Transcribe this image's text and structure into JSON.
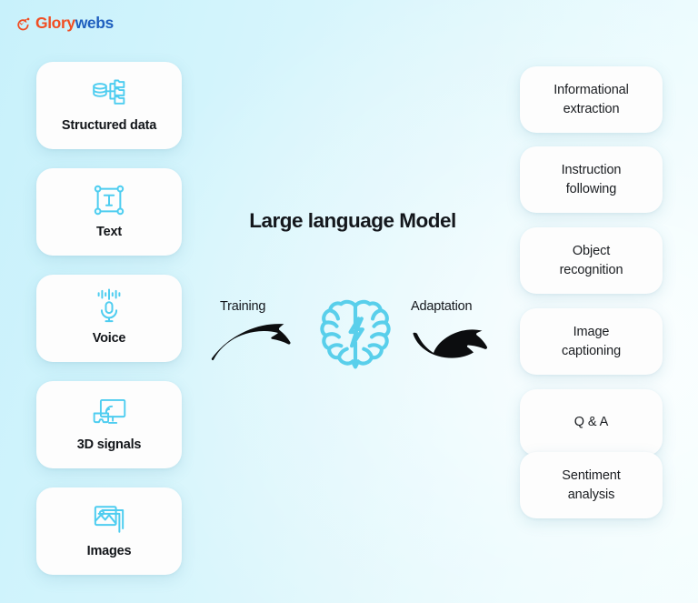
{
  "brand": {
    "logo_icon": "glorywebs-mark-icon",
    "name_part_one": "Glory",
    "name_part_two": "webs",
    "color_primary": "#f04e23",
    "color_secondary": "#1f5fbf"
  },
  "theme": {
    "background_from": "#c8f1fb",
    "background_to": "#f1fdfe",
    "card_background": "#fdfdfd",
    "icon_accent": "#4ecdf0",
    "text_color": "#14171c"
  },
  "center": {
    "title": "Large language Model",
    "brain_icon": "brain-lightning-icon",
    "training": {
      "label": "Training",
      "arrow_icon": "curved-arrow-right-icon"
    },
    "adaptation": {
      "label": "Adaptation",
      "arrow_icon": "curved-arrow-right-icon"
    }
  },
  "inputs": {
    "heading": "",
    "items": [
      {
        "label": "Structured data",
        "icon": "database-folders-icon"
      },
      {
        "label": "Text",
        "icon": "text-bounding-box-icon"
      },
      {
        "label": "Voice",
        "icon": "microphone-waveform-icon"
      },
      {
        "label": "3D signals",
        "icon": "screen-signal-icon"
      },
      {
        "label": "Images",
        "icon": "stacked-photos-icon"
      }
    ]
  },
  "outputs": {
    "heading": "",
    "items": [
      {
        "line1": "Informational",
        "line2": "extraction"
      },
      {
        "line1": "Instruction",
        "line2": "following"
      },
      {
        "line1": "Object",
        "line2": "recognition"
      },
      {
        "line1": "Image",
        "line2": "captioning"
      },
      {
        "line1": "Q & A",
        "line2": ""
      },
      {
        "line1": "Sentiment",
        "line2": "analysis"
      }
    ]
  }
}
